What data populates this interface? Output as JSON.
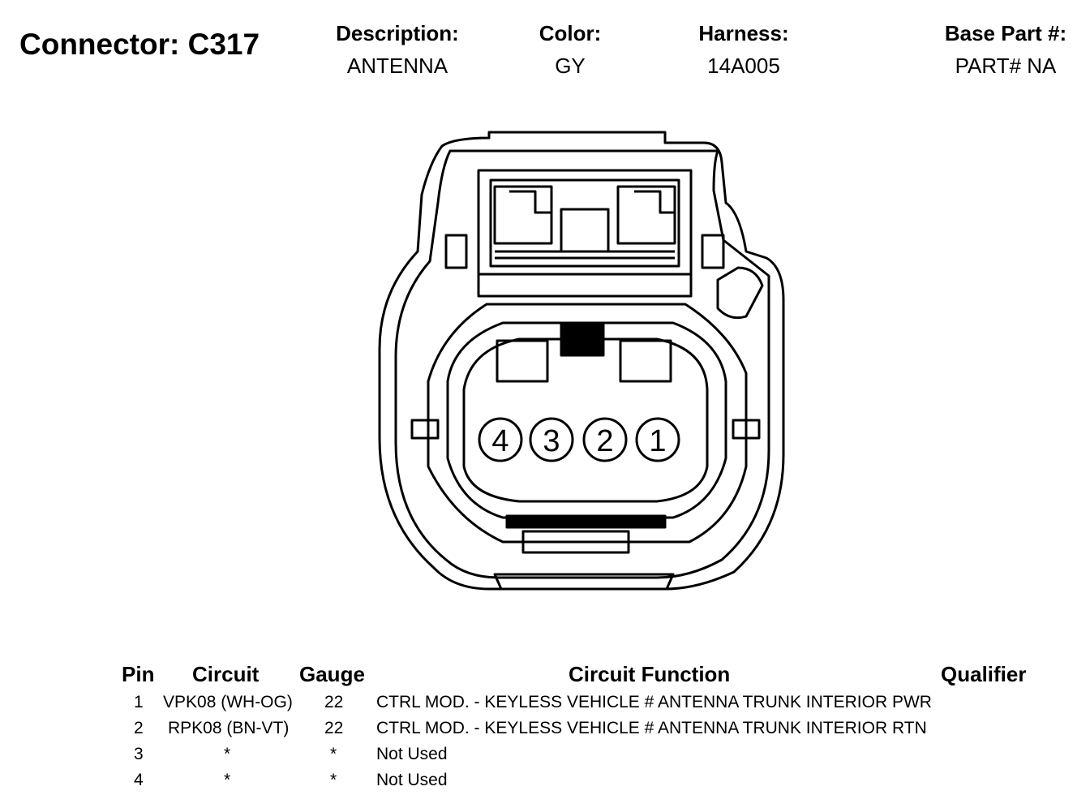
{
  "header": {
    "title": "Connector: C317",
    "description": {
      "label": "Description:",
      "value": "ANTENNA"
    },
    "color": {
      "label": "Color:",
      "value": "GY"
    },
    "harness": {
      "label": "Harness:",
      "value": "14A005"
    },
    "base_part": {
      "label": "Base Part #:",
      "value": "PART# NA"
    }
  },
  "diagram": {
    "pin_labels": [
      "4",
      "3",
      "2",
      "1"
    ]
  },
  "table": {
    "headers": {
      "pin": "Pin",
      "circuit": "Circuit",
      "gauge": "Gauge",
      "function": "Circuit Function",
      "qualifier": "Qualifier"
    },
    "rows": [
      {
        "pin": "1",
        "circuit": "VPK08 (WH-OG)",
        "gauge": "22",
        "function": "CTRL MOD. - KEYLESS VEHICLE # ANTENNA TRUNK INTERIOR PWR"
      },
      {
        "pin": "2",
        "circuit": "RPK08 (BN-VT)",
        "gauge": "22",
        "function": "CTRL MOD. - KEYLESS VEHICLE # ANTENNA TRUNK INTERIOR RTN"
      },
      {
        "pin": "3",
        "circuit": "*",
        "gauge": "*",
        "function": "Not Used"
      },
      {
        "pin": "4",
        "circuit": "*",
        "gauge": "*",
        "function": "Not Used"
      }
    ]
  }
}
